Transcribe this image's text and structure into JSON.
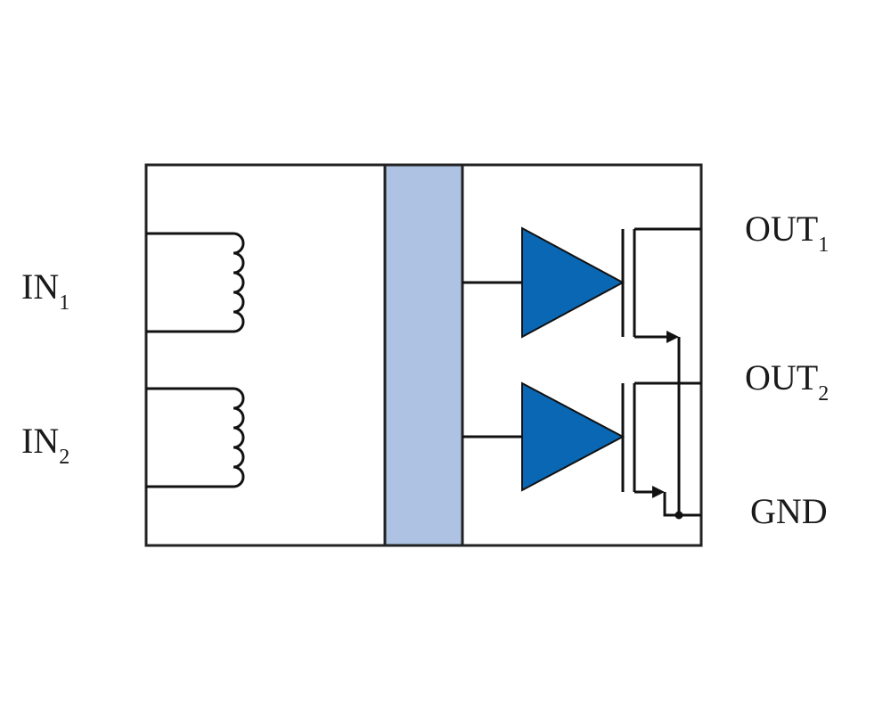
{
  "labels": {
    "in1": {
      "main": "IN",
      "sub": "1"
    },
    "in2": {
      "main": "IN",
      "sub": "2"
    },
    "out1": {
      "main": "OUT",
      "sub": "1"
    },
    "out2": {
      "main": "OUT",
      "sub": "2"
    },
    "gnd": "GND"
  },
  "colors": {
    "barrier": "#aec2e3",
    "amplifier": "#0a67b3",
    "line": "#111111"
  }
}
